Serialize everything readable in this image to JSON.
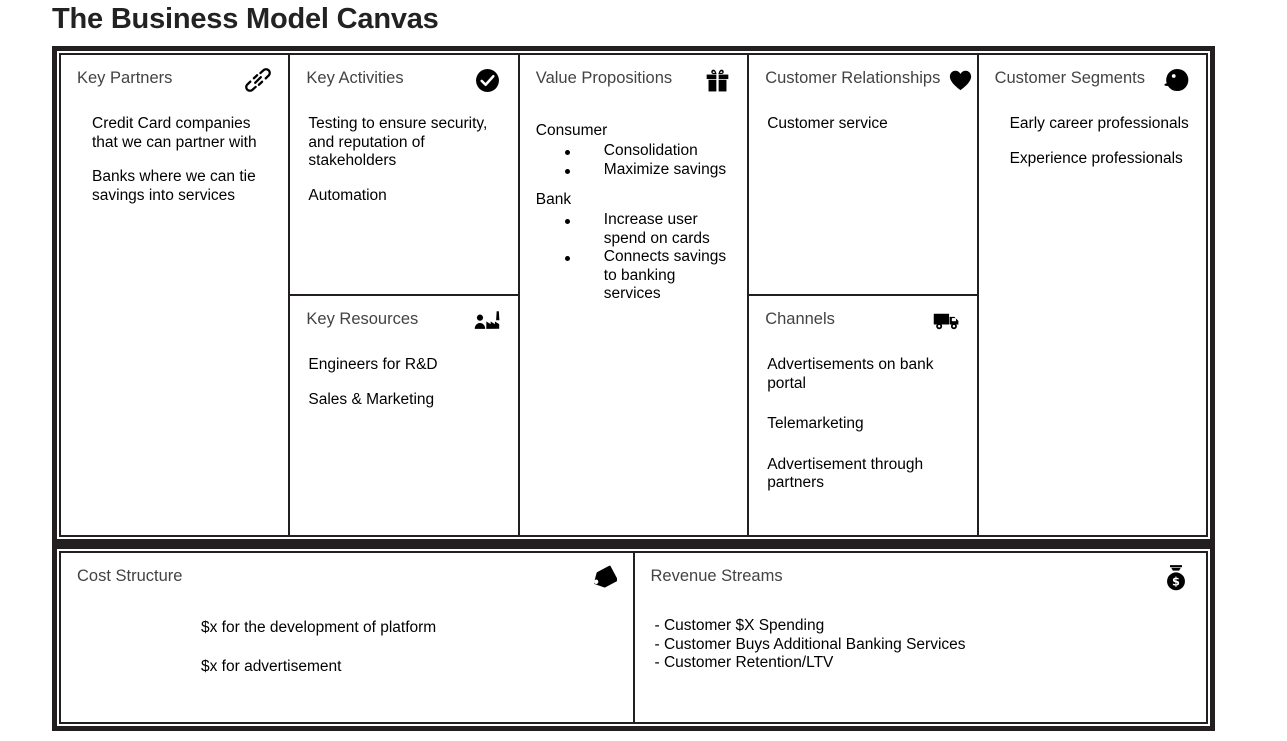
{
  "page": {
    "title": "The Business Model Canvas"
  },
  "blocks": {
    "key_partners": {
      "title": "Key Partners",
      "icon": "chain-link-icon",
      "items": [
        "Credit Card companies that we can partner with",
        "Banks where we can tie savings into services"
      ]
    },
    "key_activities": {
      "title": "Key Activities",
      "icon": "check-circle-icon",
      "items": [
        "Testing to ensure security, and reputation of stakeholders",
        "Automation"
      ]
    },
    "key_resources": {
      "title": "Key Resources",
      "icon": "factory-worker-icon",
      "items": [
        "Engineers for R&D",
        "Sales & Marketing"
      ]
    },
    "value_propositions": {
      "title": "Value Propositions",
      "icon": "gift-box-icon",
      "groups": [
        {
          "label": "Consumer",
          "items": [
            "Consolidation",
            "Maximize savings"
          ]
        },
        {
          "label": "Bank",
          "items": [
            "Increase user spend on cards",
            "Connects savings to banking services"
          ]
        }
      ]
    },
    "customer_relationships": {
      "title": "Customer Relationships",
      "icon": "heart-icon",
      "items": [
        "Customer service"
      ]
    },
    "channels": {
      "title": "Channels",
      "icon": "delivery-truck-icon",
      "items": [
        "Advertisements on bank portal",
        "Telemarketing",
        "Advertisement through partners"
      ]
    },
    "customer_segments": {
      "title": "Customer Segments",
      "icon": "person-head-icon",
      "items": [
        "Early career professionals",
        "Experience professionals"
      ]
    },
    "cost_structure": {
      "title": "Cost Structure",
      "icon": "price-tag-icon",
      "items": [
        "$x for the development of platform",
        "$x for advertisement"
      ]
    },
    "revenue_streams": {
      "title": "Revenue Streams",
      "icon": "money-bag-icon",
      "items": [
        "- Customer $X Spending",
        "- Customer Buys Additional Banking Services",
        "- Customer Retention/LTV"
      ]
    }
  },
  "colors": {
    "frame": "#231f20",
    "heading": "#434343",
    "body_text": "#000000",
    "background": "#ffffff"
  }
}
